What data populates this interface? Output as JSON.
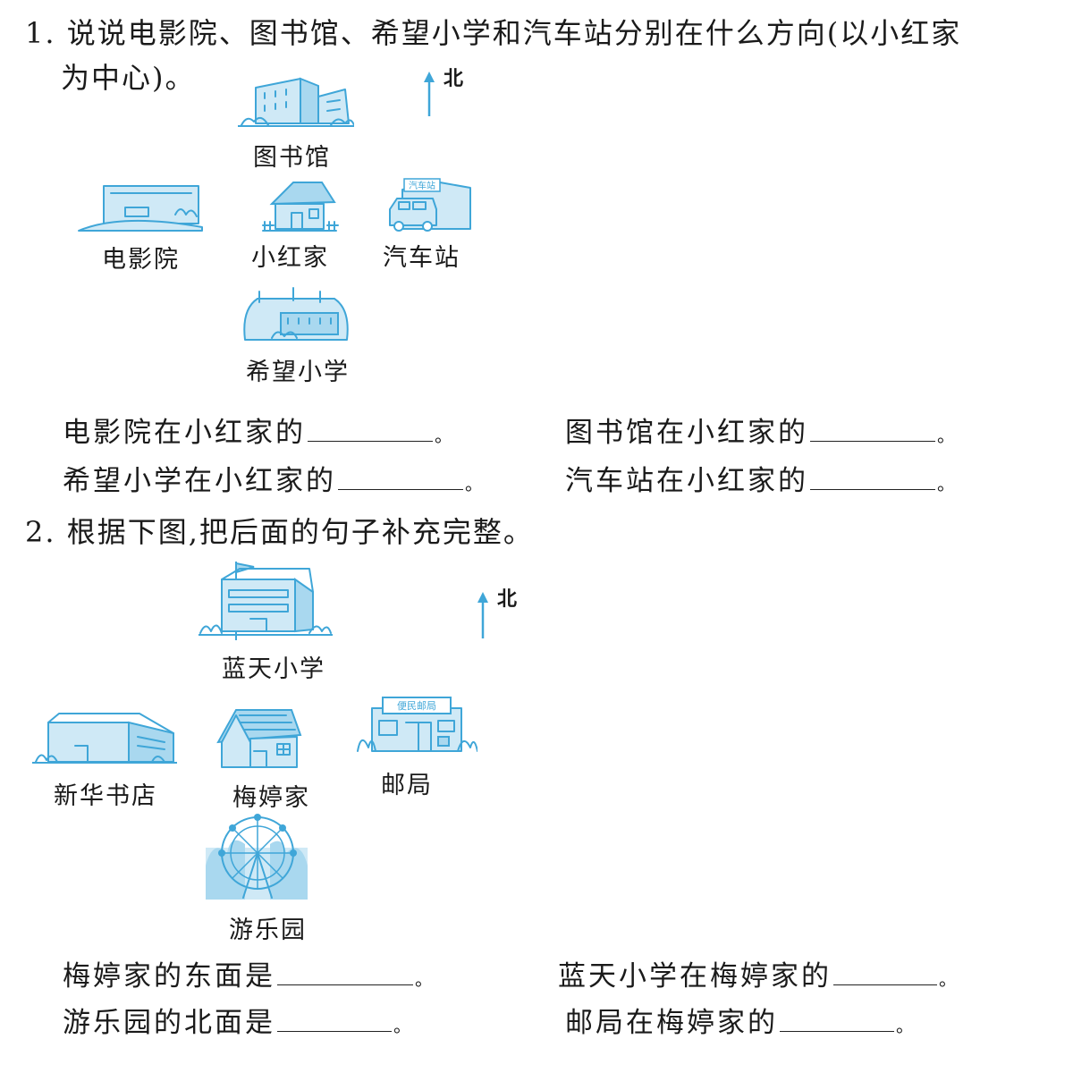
{
  "q1": {
    "number": "1.",
    "title_line1": "说说电影院、图书馆、希望小学和汽车站分别在什么方向(以小红家",
    "title_line2": "为中心)。",
    "north": "北",
    "places": {
      "library": "图书馆",
      "cinema": "电影院",
      "home": "小红家",
      "bus_station": "汽车站",
      "school": "希望小学",
      "bus_sign": "汽车站"
    },
    "sentences": [
      {
        "text": "电影院在小红家的",
        "end": "。"
      },
      {
        "text": "图书馆在小红家的",
        "end": "。"
      },
      {
        "text": "希望小学在小红家的",
        "end": "。"
      },
      {
        "text": "汽车站在小红家的",
        "end": "。"
      }
    ]
  },
  "q2": {
    "number": "2.",
    "title": "根据下图,把后面的句子补充完整。",
    "north": "北",
    "places": {
      "school": "蓝天小学",
      "bookstore": "新华书店",
      "home": "梅婷家",
      "post_office": "邮局",
      "park": "游乐园",
      "post_sign": "便民邮局"
    },
    "sentences": [
      {
        "text": "梅婷家的东面是",
        "end": "。"
      },
      {
        "text": "蓝天小学在梅婷家的",
        "end": "。"
      },
      {
        "text": "游乐园的北面是",
        "end": "。"
      },
      {
        "text": "邮局在梅婷家的",
        "end": "。"
      }
    ]
  },
  "colors": {
    "illustration": "#3fa6d8",
    "fill": "#cfe9f6",
    "text": "#1a1a1a"
  }
}
